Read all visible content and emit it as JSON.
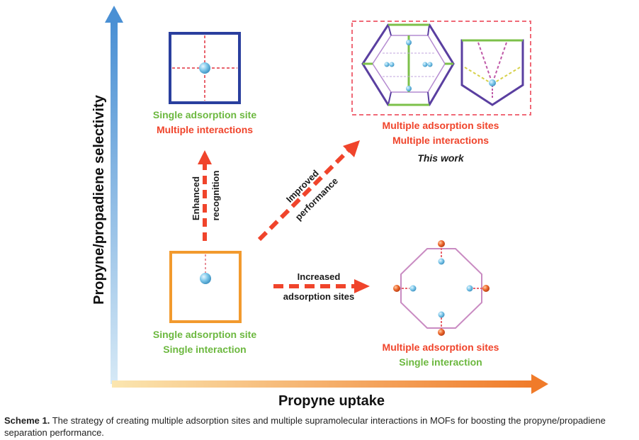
{
  "axes": {
    "y_title": "Propyne/propadiene selectivity",
    "x_title": "Propyne uptake",
    "y_gradient": [
      "#4a90d4",
      "#c9e2f3"
    ],
    "x_gradient": [
      "#fbe2a6",
      "#f07b2a"
    ]
  },
  "panels": {
    "top_left": {
      "line1": "Single adsorption site",
      "line2": "Multiple interactions"
    },
    "bottom_left": {
      "line1": "Single adsorption site",
      "line2": "Single interaction"
    },
    "top_right": {
      "line1": "Multiple adsorption sites",
      "line2": "Multiple interactions",
      "line3": "This work"
    },
    "bottom_right": {
      "line1": "Multiple adsorption sites",
      "line2": "Single interaction"
    }
  },
  "arrows": {
    "vertical": {
      "line1": "Enhanced",
      "line2": "recognition"
    },
    "diagonal": {
      "line1": "Improved",
      "line2": "performance"
    },
    "horizontal": {
      "line1": "Increased",
      "line2": "adsorption sites"
    }
  },
  "colors": {
    "green_text": "#6cb83f",
    "red_text": "#f0442b",
    "dashed_arrow": "#f0442b",
    "frame_blue": "#2a3f9e",
    "frame_orange": "#f29a2e",
    "frame_pink": "#c98bc2",
    "sphere_blue": "#6fbfe6",
    "sphere_orange": "#e8552a",
    "cage_purple": "#5a3fa0",
    "cage_green": "#7cc04a"
  },
  "caption": {
    "label": "Scheme 1.",
    "text": "The strategy of creating multiple adsorption sites and multiple supramolecular interactions in MOFs for boosting the propyne/propadiene separation performance."
  }
}
